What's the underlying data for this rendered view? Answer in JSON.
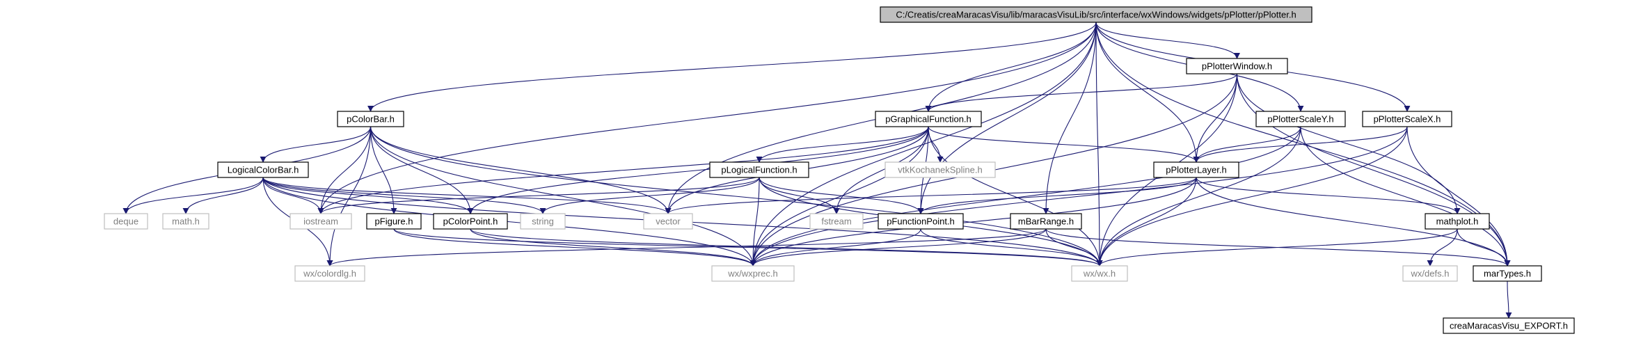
{
  "diagram": {
    "colors": {
      "edge": "#191970",
      "arrow": "#191970",
      "root_fill": "#bfbfbf",
      "root_border": "#000000",
      "local_fill": "#ffffff",
      "local_border": "#000000",
      "local_text": "#000000",
      "system_border": "#bfbfbf",
      "system_text": "#808080"
    },
    "nodes": [
      {
        "id": "root",
        "label": "C:/Creatis/creaMaracasVisu/lib/maracasVisuLib/src/interface/wxWindows/widgets/pPlotter/pPlotter.h",
        "kind": "root"
      },
      {
        "id": "pPlotterWindow",
        "label": "pPlotterWindow.h",
        "kind": "local"
      },
      {
        "id": "pColorBar",
        "label": "pColorBar.h",
        "kind": "local"
      },
      {
        "id": "pGraphicalFunction",
        "label": "pGraphicalFunction.h",
        "kind": "local"
      },
      {
        "id": "pPlotterScaleY",
        "label": "pPlotterScaleY.h",
        "kind": "local"
      },
      {
        "id": "pPlotterScaleX",
        "label": "pPlotterScaleX.h",
        "kind": "local"
      },
      {
        "id": "LogicalColorBar",
        "label": "LogicalColorBar.h",
        "kind": "local"
      },
      {
        "id": "pLogicalFunction",
        "label": "pLogicalFunction.h",
        "kind": "local"
      },
      {
        "id": "vtkKochanekSpline",
        "label": "vtkKochanekSpline.h",
        "kind": "system"
      },
      {
        "id": "pPlotterLayer",
        "label": "pPlotterLayer.h",
        "kind": "local"
      },
      {
        "id": "deque",
        "label": "deque",
        "kind": "system"
      },
      {
        "id": "math",
        "label": "math.h",
        "kind": "system"
      },
      {
        "id": "iostream",
        "label": "iostream",
        "kind": "system"
      },
      {
        "id": "pFigure",
        "label": "pFigure.h",
        "kind": "local"
      },
      {
        "id": "pColorPoint",
        "label": "pColorPoint.h",
        "kind": "local"
      },
      {
        "id": "string",
        "label": "string",
        "kind": "system"
      },
      {
        "id": "vector",
        "label": "vector",
        "kind": "system"
      },
      {
        "id": "fstream",
        "label": "fstream",
        "kind": "system"
      },
      {
        "id": "pFunctionPoint",
        "label": "pFunctionPoint.h",
        "kind": "local"
      },
      {
        "id": "mBarRange",
        "label": "mBarRange.h",
        "kind": "local"
      },
      {
        "id": "mathplot",
        "label": "mathplot.h",
        "kind": "local"
      },
      {
        "id": "wxcolordlg",
        "label": "wx/colordlg.h",
        "kind": "system"
      },
      {
        "id": "wxwxprec",
        "label": "wx/wxprec.h",
        "kind": "system"
      },
      {
        "id": "wxwx",
        "label": "wx/wx.h",
        "kind": "system"
      },
      {
        "id": "wxdefs",
        "label": "wx/defs.h",
        "kind": "system"
      },
      {
        "id": "marTypes",
        "label": "marTypes.h",
        "kind": "local"
      },
      {
        "id": "creaMaracasVisu_EXPORT",
        "label": "creaMaracasVisu_EXPORT.h",
        "kind": "local"
      }
    ],
    "edges": [
      [
        "root",
        "pPlotterWindow"
      ],
      [
        "root",
        "pColorBar"
      ],
      [
        "root",
        "pGraphicalFunction"
      ],
      [
        "root",
        "pPlotterScaleY"
      ],
      [
        "root",
        "pPlotterScaleX"
      ],
      [
        "root",
        "pPlotterLayer"
      ],
      [
        "root",
        "mBarRange"
      ],
      [
        "root",
        "pFunctionPoint"
      ],
      [
        "root",
        "vector"
      ],
      [
        "root",
        "iostream"
      ],
      [
        "root",
        "wxwxprec"
      ],
      [
        "root",
        "wxwx"
      ],
      [
        "root",
        "marTypes"
      ],
      [
        "pPlotterWindow",
        "pGraphicalFunction"
      ],
      [
        "pPlotterWindow",
        "pPlotterLayer"
      ],
      [
        "pPlotterWindow",
        "mathplot"
      ],
      [
        "pPlotterWindow",
        "wxwxprec"
      ],
      [
        "pPlotterWindow",
        "wxwx"
      ],
      [
        "pPlotterWindow",
        "marTypes"
      ],
      [
        "pColorBar",
        "LogicalColorBar"
      ],
      [
        "pColorBar",
        "deque"
      ],
      [
        "pColorBar",
        "iostream"
      ],
      [
        "pColorBar",
        "pFigure"
      ],
      [
        "pColorBar",
        "pColorPoint"
      ],
      [
        "pColorBar",
        "vector"
      ],
      [
        "pColorBar",
        "wxcolordlg"
      ],
      [
        "pColorBar",
        "wxwxprec"
      ],
      [
        "pColorBar",
        "wxwx"
      ],
      [
        "pGraphicalFunction",
        "pLogicalFunction"
      ],
      [
        "pGraphicalFunction",
        "vtkKochanekSpline"
      ],
      [
        "pGraphicalFunction",
        "pPlotterLayer"
      ],
      [
        "pGraphicalFunction",
        "iostream"
      ],
      [
        "pGraphicalFunction",
        "pColorPoint"
      ],
      [
        "pGraphicalFunction",
        "vector"
      ],
      [
        "pGraphicalFunction",
        "fstream"
      ],
      [
        "pGraphicalFunction",
        "pFunctionPoint"
      ],
      [
        "pGraphicalFunction",
        "wxwxprec"
      ],
      [
        "pGraphicalFunction",
        "wxwx"
      ],
      [
        "pPlotterScaleY",
        "pPlotterLayer"
      ],
      [
        "pPlotterScaleY",
        "wxwxprec"
      ],
      [
        "pPlotterScaleY",
        "wxwx"
      ],
      [
        "pPlotterScaleY",
        "marTypes"
      ],
      [
        "pPlotterScaleX",
        "pPlotterLayer"
      ],
      [
        "pPlotterScaleX",
        "wxwxprec"
      ],
      [
        "pPlotterScaleX",
        "wxwx"
      ],
      [
        "pPlotterScaleX",
        "marTypes"
      ],
      [
        "LogicalColorBar",
        "deque"
      ],
      [
        "LogicalColorBar",
        "math"
      ],
      [
        "LogicalColorBar",
        "iostream"
      ],
      [
        "LogicalColorBar",
        "pColorPoint"
      ],
      [
        "LogicalColorBar",
        "string"
      ],
      [
        "LogicalColorBar",
        "vector"
      ],
      [
        "LogicalColorBar",
        "wxcolordlg"
      ],
      [
        "LogicalColorBar",
        "wxwxprec"
      ],
      [
        "LogicalColorBar",
        "wxwx"
      ],
      [
        "pLogicalFunction",
        "iostream"
      ],
      [
        "pLogicalFunction",
        "string"
      ],
      [
        "pLogicalFunction",
        "fstream"
      ],
      [
        "pLogicalFunction",
        "pFunctionPoint"
      ],
      [
        "pLogicalFunction",
        "wxwxprec"
      ],
      [
        "pLogicalFunction",
        "wxwx"
      ],
      [
        "pPlotterLayer",
        "vector"
      ],
      [
        "pPlotterLayer",
        "pFunctionPoint"
      ],
      [
        "pPlotterLayer",
        "mathplot"
      ],
      [
        "pPlotterLayer",
        "wxwxprec"
      ],
      [
        "pPlotterLayer",
        "wxwx"
      ],
      [
        "pPlotterLayer",
        "marTypes"
      ],
      [
        "pFigure",
        "wxwxprec"
      ],
      [
        "pFigure",
        "wxwx"
      ],
      [
        "pColorPoint",
        "wxwxprec"
      ],
      [
        "pColorPoint",
        "wxwx"
      ],
      [
        "pFunctionPoint",
        "wxwxprec"
      ],
      [
        "pFunctionPoint",
        "wxwx"
      ],
      [
        "mBarRange",
        "wxcolordlg"
      ],
      [
        "mBarRange",
        "wxwxprec"
      ],
      [
        "mBarRange",
        "wxwx"
      ],
      [
        "mBarRange",
        "marTypes"
      ],
      [
        "mathplot",
        "wxwx"
      ],
      [
        "mathplot",
        "wxdefs"
      ],
      [
        "mathplot",
        "marTypes"
      ],
      [
        "marTypes",
        "creaMaracasVisu_EXPORT"
      ]
    ]
  }
}
